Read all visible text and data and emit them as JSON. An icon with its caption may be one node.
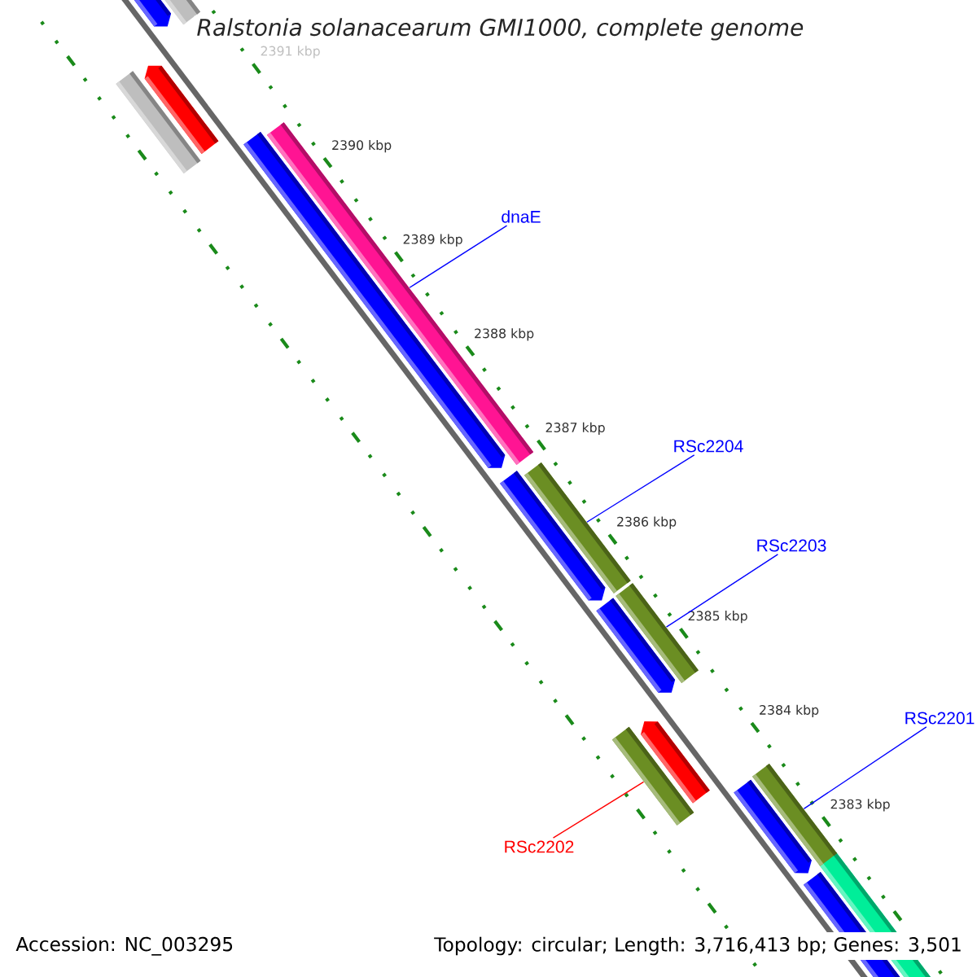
{
  "diagram": {
    "title": "Ralstonia solanacearum GMI1000, complete genome",
    "nodes": [
      {
        "text": [
          "dnaE"
        ]
      },
      {
        "text": [],
        "shape": "bar"
      },
      {
        "text": [
          "RSc2204"
        ]
      },
      {
        "text": [],
        "shape": "bar"
      },
      {
        "text": [
          "RSc2203"
        ]
      },
      {
        "text": [],
        "shape": "bar"
      },
      {
        "text": [
          "RSc2201"
        ]
      },
      {
        "text": [],
        "shape": "bar"
      },
      {
        "text": [
          "RSc2202"
        ]
      },
      {
        "text": [],
        "shape": "bar"
      }
    ],
    "edges": [
      {
        "from": 0,
        "to": 1,
        "arrow": "none"
      },
      {
        "from": 2,
        "to": 3,
        "arrow": "none"
      },
      {
        "from": 4,
        "to": 5,
        "arrow": "none"
      },
      {
        "from": 6,
        "to": 7,
        "arrow": "none"
      },
      {
        "from": 8,
        "to": 9,
        "arrow": "none",
        "color": "#ff0000"
      }
    ],
    "labels": [
      "2391 kbp",
      "2390 kbp",
      "2389 kbp",
      "2388 kbp",
      "2387 kbp",
      "2386 kbp",
      "2385 kbp",
      "2384 kbp",
      "2383 kbp",
      "Accession: NC_003295",
      "Topology: circular; Length: 3,716,413 bp; Genes: 3,501"
    ]
  }
}
